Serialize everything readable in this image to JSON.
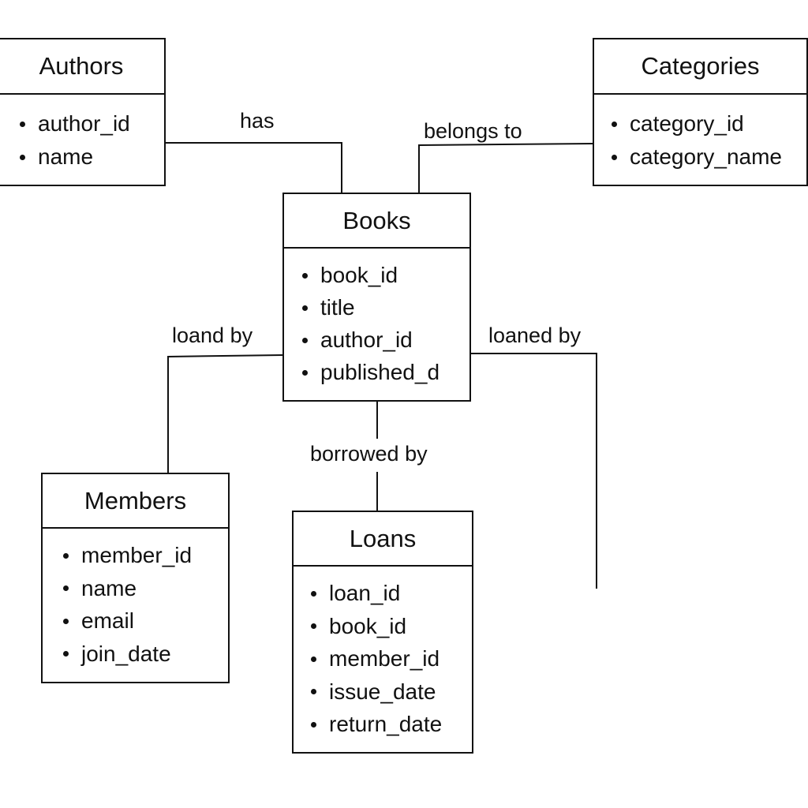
{
  "entities": {
    "authors": {
      "title": "Authors",
      "attributes": [
        "author_id",
        "name"
      ]
    },
    "categories": {
      "title": "Categories",
      "attributes": [
        "category_id",
        "category_name"
      ]
    },
    "books": {
      "title": "Books",
      "attributes": [
        "book_id",
        "title",
        "author_id",
        "published_d"
      ]
    },
    "members": {
      "title": "Members",
      "attributes": [
        "member_id",
        "name",
        "email",
        "join_date"
      ]
    },
    "loans": {
      "title": "Loans",
      "attributes": [
        "loan_id",
        "book_id",
        "member_id",
        "issue_date",
        "return_date"
      ]
    }
  },
  "relationships": {
    "has": "has",
    "belongs_to": "belongs to",
    "loand_by": "loand by",
    "loaned_by": "loaned by",
    "borrowed_by": "borrowed by"
  },
  "colors": {
    "line": "#111111",
    "background": "#ffffff"
  }
}
